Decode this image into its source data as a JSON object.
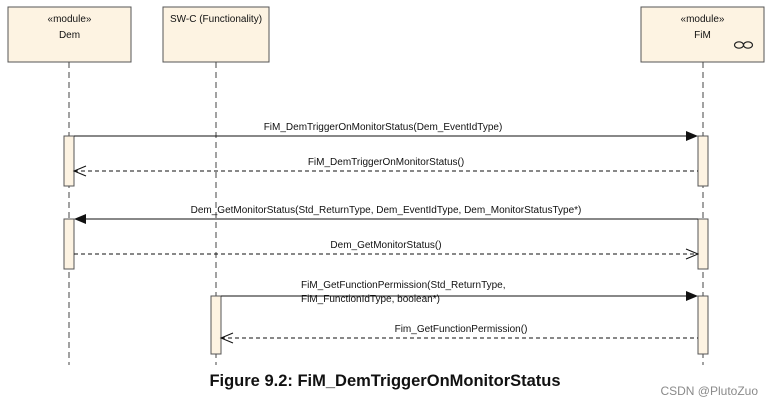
{
  "participants": [
    {
      "id": "dem",
      "stereotype": "«module»",
      "name": "Dem"
    },
    {
      "id": "swc",
      "stereotype": "",
      "name": "SW-C (Functionality)"
    },
    {
      "id": "fim",
      "stereotype": "«module»",
      "name": "FiM",
      "icon": "subsystem-infinity-icon"
    }
  ],
  "messages": [
    {
      "from": "dem",
      "to": "fim",
      "kind": "call",
      "lines": [
        "FiM_DemTriggerOnMonitorStatus(Dem_EventIdType)"
      ]
    },
    {
      "from": "fim",
      "to": "dem",
      "kind": "return",
      "lines": [
        "FiM_DemTriggerOnMonitorStatus()"
      ]
    },
    {
      "from": "fim",
      "to": "dem",
      "kind": "call",
      "lines": [
        "Dem_GetMonitorStatus(Std_ReturnType, Dem_EventIdType, Dem_MonitorStatusType*)"
      ]
    },
    {
      "from": "dem",
      "to": "fim",
      "kind": "return",
      "lines": [
        "Dem_GetMonitorStatus()"
      ]
    },
    {
      "from": "swc",
      "to": "fim",
      "kind": "call",
      "lines": [
        "FiM_GetFunctionPermission(Std_ReturnType,",
        "FiM_FunctionIdType, boolean*)"
      ]
    },
    {
      "from": "fim",
      "to": "swc",
      "kind": "return",
      "lines": [
        "Fim_GetFunctionPermission()"
      ]
    }
  ],
  "caption": "Figure 9.2: FiM_DemTriggerOnMonitorStatus",
  "watermark": "CSDN @PlutoZuo",
  "colors": {
    "box_fill": "#fdf3e2",
    "box_stroke": "#555555",
    "line": "#111111"
  }
}
